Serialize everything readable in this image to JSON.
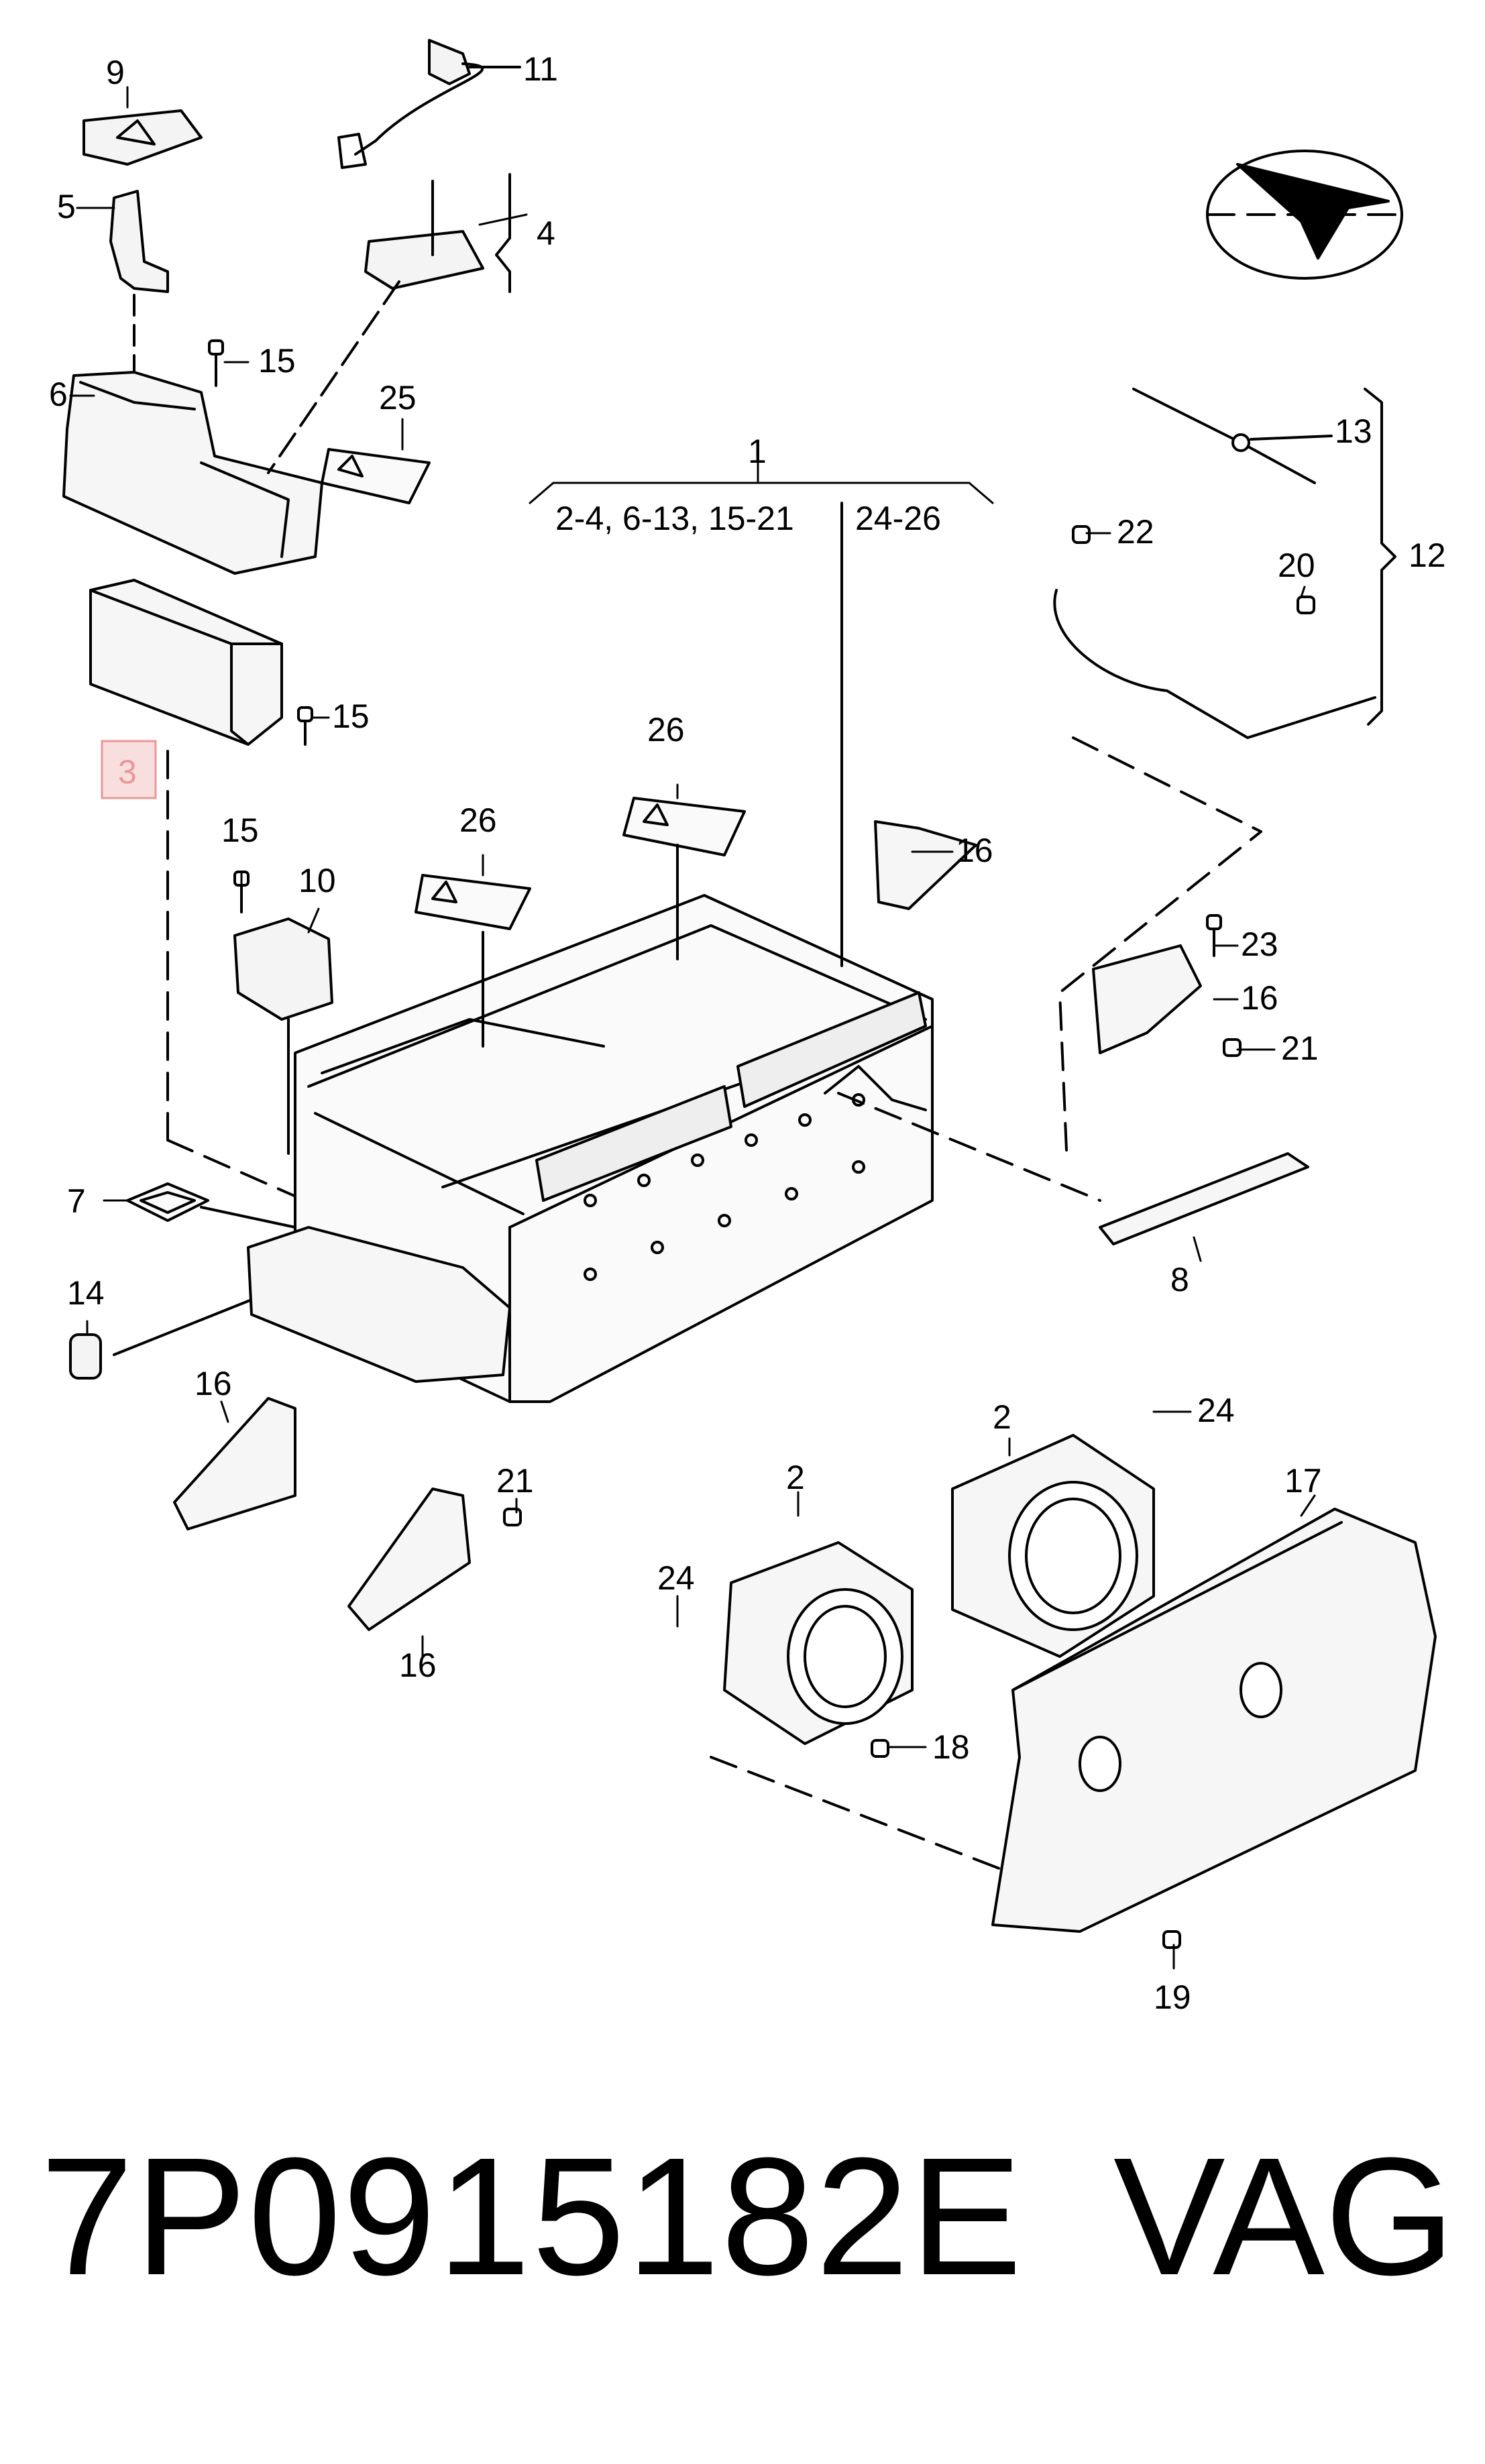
{
  "diagram": {
    "callouts": {
      "c1": "1",
      "c1_group_a": "2-4,  6-13,  15-21",
      "c1_group_b": "24-26",
      "c2a": "2",
      "c2b": "2",
      "c3": "3",
      "c4": "4",
      "c5": "5",
      "c6": "6",
      "c7": "7",
      "c8": "8",
      "c9": "9",
      "c10": "10",
      "c11": "11",
      "c12": "12",
      "c13": "13",
      "c14": "14",
      "c15a": "15",
      "c15b": "15",
      "c15c": "15",
      "c16a": "16",
      "c16b": "16",
      "c16c": "16",
      "c16d": "16",
      "c17": "17",
      "c18": "18",
      "c19": "19",
      "c20": "20",
      "c21a": "21",
      "c21b": "21",
      "c22": "22",
      "c23": "23",
      "c24a": "24",
      "c24b": "24",
      "c25": "25",
      "c26a": "26",
      "c26b": "26"
    },
    "highlighted_callout": "3",
    "highlight_color": "#e89898"
  },
  "footer": {
    "part_number": "7P0915182E",
    "brand": "VAG"
  }
}
